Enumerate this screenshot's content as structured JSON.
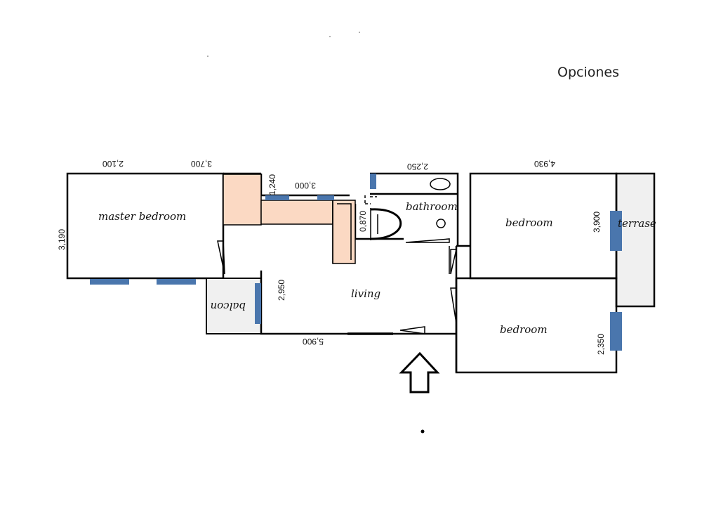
{
  "menu": {
    "options_label": "Opciones"
  },
  "rooms": {
    "master_bedroom": "master bedroom",
    "bathroom": "bathroom",
    "bedroom_top": "bedroom",
    "bedroom_bottom": "bedroom",
    "terrace": "terrase",
    "living": "living",
    "balcony": "balcon"
  },
  "dimensions": {
    "top_2100": "2,100",
    "top_3700": "3,700",
    "top_3000": "3,000",
    "top_2250": "2,250",
    "top_4930": "4,930",
    "left_3190": "3,190",
    "v_1240": "1,240",
    "v_0870": "0,870",
    "v_2950": "2,950",
    "v_3900": "3,900",
    "v_2350": "2,350",
    "bottom_5900": "5,900"
  },
  "colors": {
    "window": "#4a76ad",
    "cabinet": "#fbd9c3",
    "terrace": "#f0f0f0",
    "wall": "#000000"
  },
  "icons": {
    "entrance": "entrance-arrow-icon"
  }
}
